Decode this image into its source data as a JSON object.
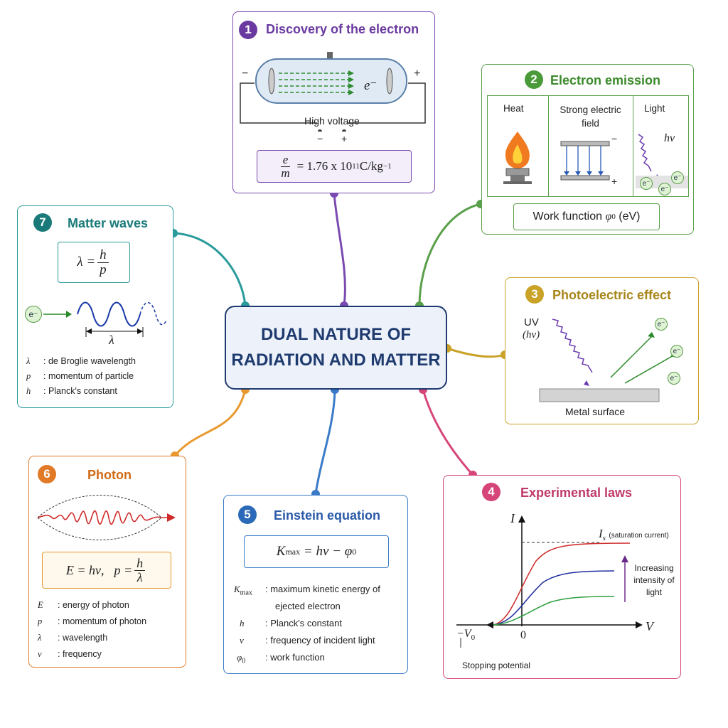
{
  "center": {
    "line1": "DUAL NATURE OF",
    "line2": "RADIATION AND MATTER"
  },
  "colors": {
    "purple": "#7b4ab0",
    "green": "#5aa04a",
    "gold": "#c9a227",
    "pink": "#d6457a",
    "blue": "#3a7bc8",
    "orange": "#e07a26",
    "teal": "#2a9a9a",
    "navy": "#1e3a6e"
  },
  "cards": {
    "c1": {
      "num": "1",
      "title": "Discovery of the electron",
      "minus": "−",
      "plus": "+",
      "electron": "e⁻",
      "voltage": "High voltage",
      "v_minus": "−",
      "v_plus": "+",
      "f_num": "e",
      "f_den": "m",
      "f_rest": "= 1.76 x 10",
      "f_exp": "11",
      "f_unit": " C/kg",
      "f_unit_exp": "−1"
    },
    "c2": {
      "num": "2",
      "title": "Electron emission",
      "col1": "Heat",
      "col2": "Strong electric field",
      "col3": "Light",
      "hv": "hν",
      "minus": "−",
      "plus": "+",
      "e1": "e⁻",
      "e2": "e⁻",
      "e3": "e⁻",
      "formula_pre": "Work function ",
      "formula_sym": "φ",
      "formula_sub": "0",
      "formula_post": " (eV)"
    },
    "c3": {
      "num": "3",
      "title": "Photoelectric effect",
      "uv": "UV",
      "hv": "(hν)",
      "surface": "Metal surface",
      "e1": "e⁻",
      "e2": "e⁻",
      "e3": "e⁻"
    },
    "c4": {
      "num": "4",
      "title": "Experimental laws",
      "axis_i": "I",
      "axis_v": "V",
      "is_sym": "I",
      "is_sub": "s",
      "is_note": "(saturation current)",
      "increasing": "Increasing intensity of light",
      "v0_sym": "−V",
      "v0_sub": "0",
      "zero": "0",
      "stopping": "Stopping potential"
    },
    "c5": {
      "num": "5",
      "title": "Einstein equation",
      "f_k": "K",
      "f_ksub": "max",
      "f_mid": " = hν − ",
      "f_phi": "φ",
      "f_phisub": "0",
      "legend": [
        {
          "sym": "K",
          "sub": "max",
          "text": ": maximum kinetic energy of"
        },
        {
          "sym": "",
          "sub": "",
          "text": "ejected electron"
        },
        {
          "sym": "h",
          "sub": "",
          "text": ": Planck's constant"
        },
        {
          "sym": "ν",
          "sub": "",
          "text": ": frequency of incident light"
        },
        {
          "sym": "φ",
          "sub": "0",
          "text": ": work function"
        }
      ]
    },
    "c6": {
      "num": "6",
      "title": "Photon",
      "f1": "E = hν,",
      "f2_pre": "p =",
      "f_num": "h",
      "f_den": "λ",
      "legend": [
        {
          "sym": "E",
          "text": ": energy of photon"
        },
        {
          "sym": "p",
          "text": ": momentum of photon"
        },
        {
          "sym": "λ",
          "text": ": wavelength"
        },
        {
          "sym": "ν",
          "text": ": frequency"
        }
      ]
    },
    "c7": {
      "num": "7",
      "title": "Matter waves",
      "f_lhs": "λ =",
      "f_num": "h",
      "f_den": "p",
      "electron": "e⁻",
      "lambda": "λ",
      "legend": [
        {
          "sym": "λ",
          "text": ": de Broglie wavelength"
        },
        {
          "sym": "p",
          "text": ": momentum of particle"
        },
        {
          "sym": "h",
          "text": ": Planck's constant"
        }
      ]
    }
  }
}
